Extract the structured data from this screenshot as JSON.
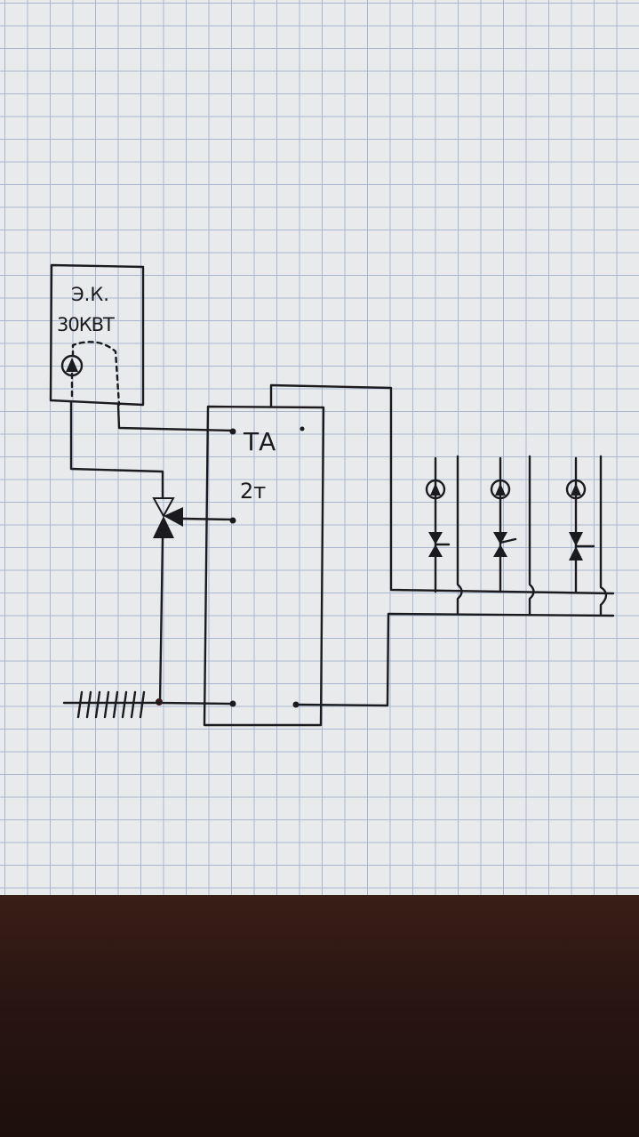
{
  "boiler": {
    "name": "Э.К.",
    "power": "30КВТ"
  },
  "tank": {
    "name": "ТА",
    "volume": "2т"
  }
}
